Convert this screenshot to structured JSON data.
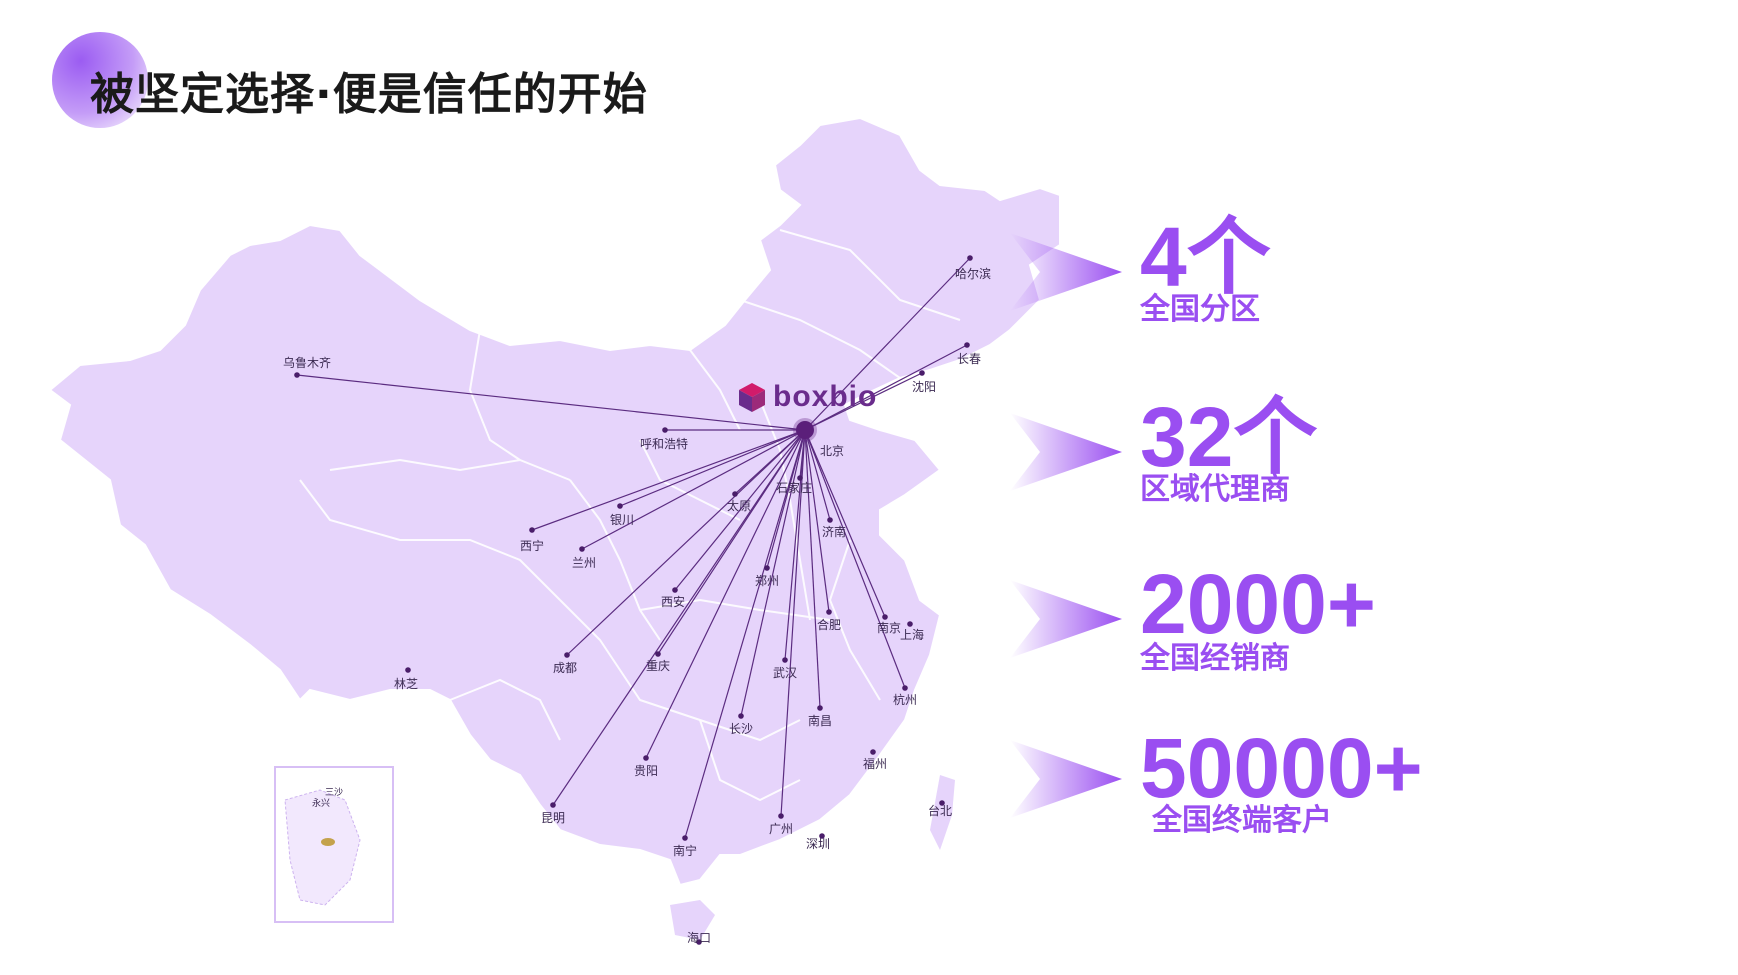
{
  "header": {
    "title": "被坚定选择·便是信任的开始"
  },
  "brand": {
    "name": "boxbio",
    "color": "#6a2c8c"
  },
  "colors": {
    "accent": "#9a4ef1",
    "map_fill": "#e6d4fb",
    "route_line": "#5b2c80"
  },
  "cities": [
    {
      "name": "哈尔滨"
    },
    {
      "name": "长春"
    },
    {
      "name": "沈阳"
    },
    {
      "name": "乌鲁木齐"
    },
    {
      "name": "呼和浩特"
    },
    {
      "name": "石家庄"
    },
    {
      "name": "太原"
    },
    {
      "name": "银川"
    },
    {
      "name": "西宁"
    },
    {
      "name": "兰州"
    },
    {
      "name": "济南"
    },
    {
      "name": "郑州"
    },
    {
      "name": "西安"
    },
    {
      "name": "合肥"
    },
    {
      "name": "南京"
    },
    {
      "name": "上海"
    },
    {
      "name": "成都"
    },
    {
      "name": "重庆"
    },
    {
      "name": "武汉"
    },
    {
      "name": "杭州"
    },
    {
      "name": "林芝"
    },
    {
      "name": "长沙"
    },
    {
      "name": "南昌"
    },
    {
      "name": "福州"
    },
    {
      "name": "贵阳"
    },
    {
      "name": "昆明"
    },
    {
      "name": "广州"
    },
    {
      "name": "深圳"
    },
    {
      "name": "南宁"
    },
    {
      "name": "台北"
    },
    {
      "name": "海口"
    },
    {
      "name": "北京"
    }
  ],
  "inset_labels": [
    "三沙",
    "永兴"
  ],
  "stats": [
    {
      "value": "4个",
      "label": "全国分区"
    },
    {
      "value": "32个",
      "label": "区域代理商"
    },
    {
      "value": "2000+",
      "label": "全国经销商"
    },
    {
      "value": "50000+",
      "label": "全国终端客户"
    }
  ]
}
